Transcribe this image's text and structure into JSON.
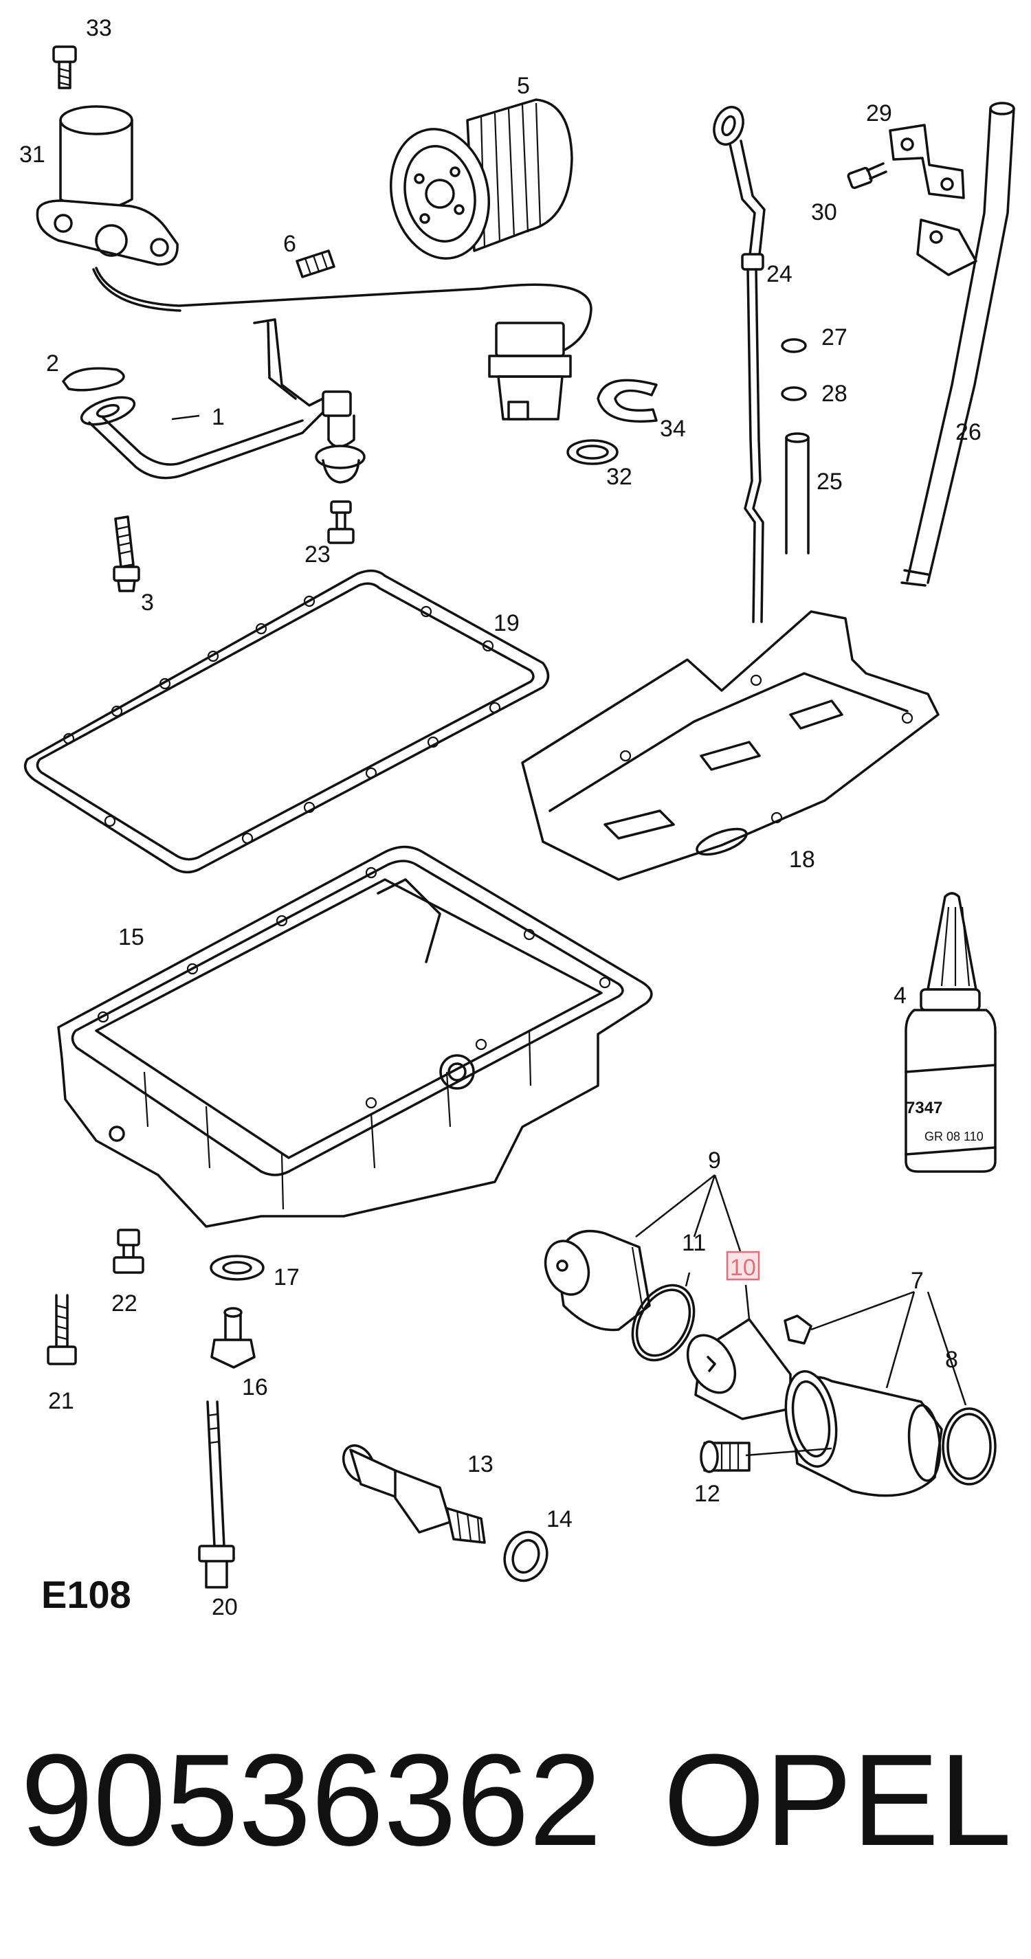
{
  "diagram": {
    "code": "E108",
    "callouts": [
      "1",
      "2",
      "3",
      "4",
      "5",
      "6",
      "7",
      "8",
      "9",
      "10",
      "11",
      "12",
      "13",
      "14",
      "15",
      "16",
      "17",
      "18",
      "19",
      "20",
      "21",
      "22",
      "23",
      "24",
      "25",
      "26",
      "27",
      "28",
      "29",
      "30",
      "31",
      "32",
      "33",
      "34"
    ],
    "highlighted_callout": "10",
    "highlight_color": "#e06f7d",
    "bottle_label_line1": "7347",
    "bottle_label_line2": "GR 08 110"
  },
  "footer": {
    "part_number": "90536362",
    "brand": "OPEL"
  }
}
